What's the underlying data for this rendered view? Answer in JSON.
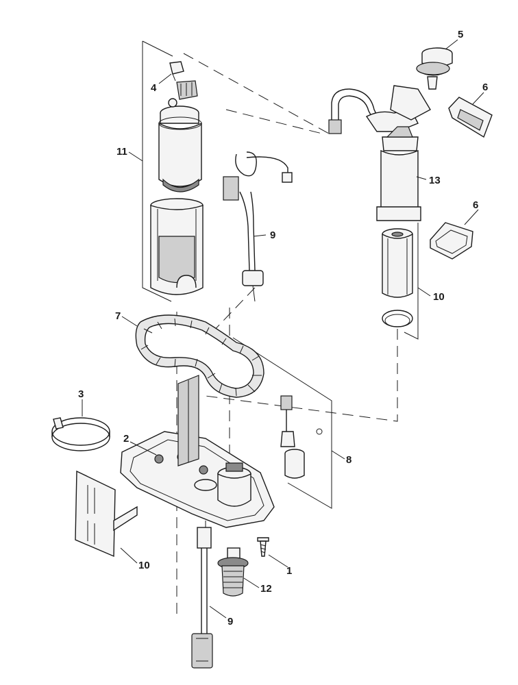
{
  "callouts": {
    "c1": "1",
    "c2": "2",
    "c3": "3",
    "c4": "4",
    "c5": "5",
    "c6a": "6",
    "c6b": "6",
    "c7": "7",
    "c8": "8",
    "c9a": "9",
    "c9b": "9",
    "c10a": "10",
    "c10b": "10",
    "c11": "11",
    "c12": "12",
    "c13": "13"
  }
}
